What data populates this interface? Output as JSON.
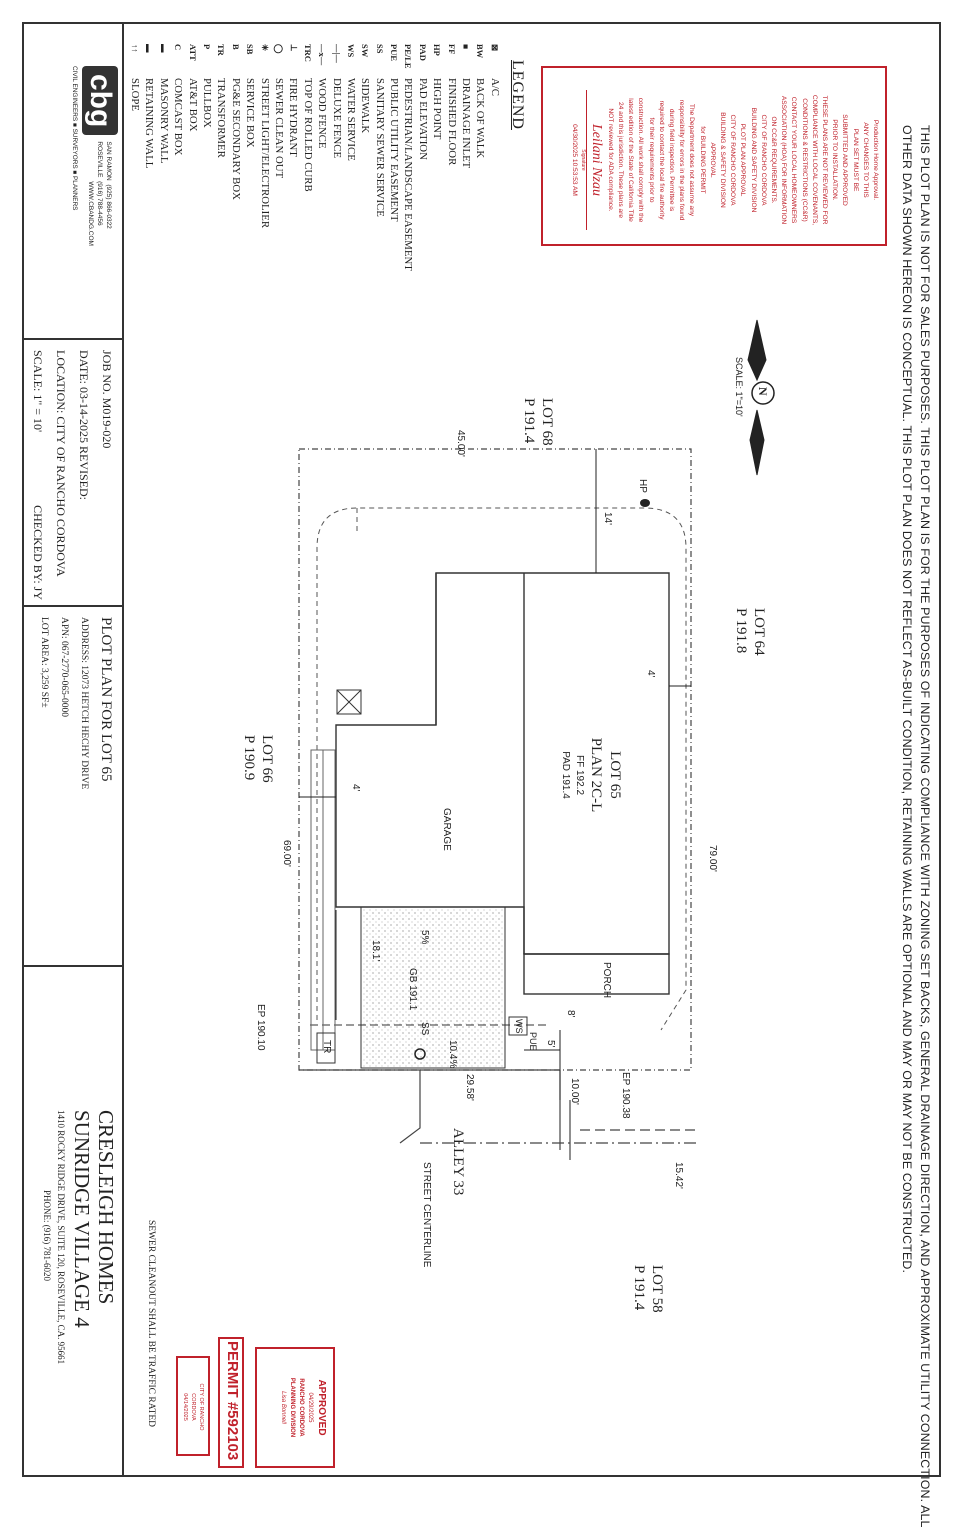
{
  "notice": {
    "line1": "THIS PLOT PLAN IS NOT FOR SALES PURPOSES. THIS PLOT PLAN IS FOR THE PURPOSES OF INDICATING COMPLIANCE WITH ZONING SET BACKS, GENERAL DRAINAGE DIRECTION, AND APPROXIMATE UTILITY CONNECTION. ALL",
    "line2": "OTHER DATA SHOWN HEREON IS CONCEPTUAL. THIS PLOT PLAN DOES NOT REFLECT AS-BUILT CONDITION, RETAINING WALLS ARE OPTIONAL AND MAY OR MAY NOT BE CONSTRUCTED."
  },
  "approval_stamp": {
    "lines": [
      "Production Home Approval.",
      "ANY CHANGES TO THIS",
      "PLAN SET MUST BE",
      "SUBMITTED AND APPROVED",
      "PRIOR TO INSTALLATION.",
      "THESE PLANS ARE NOT REVIEWED FOR",
      "COMPLIANCE WITH LOCAL COVENANTS,",
      "CONDITIONS & RESTRICTIONS (CC&R)",
      "CONTACT YOUR LOCAL HOMEOWNERS",
      "ASSOCIATION (HOA) FOR INFORMATION",
      "ON CC&R REQUIREMENTS.",
      "CITY OF RANCHO CORDOVA",
      "BUILDING AND SAFETY DIVISION",
      "PLOT PLAN APPROVAL",
      "CITY OF RANCHO CORDOVA",
      "BUILDING & SAFETY DIVISION",
      "APPROVAL",
      "for BUILDING PERMIT",
      "The Department does not assume any",
      "responsibility for errors in the plans found",
      "during field inspection. Permittee is",
      "required to contact the local fire authority",
      "for their requirements prior to",
      "construction. All work shall comply with the",
      "latest edition of the State of California Title",
      "24 and this jurisdiction. These plans are",
      "NOT reviewed for ADA compliance."
    ],
    "signature": "Leilani Nzau",
    "signature_caption": "Signature",
    "date": "04/30/2025 10:53:53 AM"
  },
  "legend": {
    "title": "LEGEND",
    "items": [
      {
        "symbol": "⊠",
        "text": "A/C"
      },
      {
        "symbol": "BW",
        "text": "BACK OF WALK"
      },
      {
        "symbol": "■",
        "text": "DRAINAGE INLET"
      },
      {
        "symbol": "FF",
        "text": "FINISHED FLOOR"
      },
      {
        "symbol": "HP",
        "text": "HIGH POINT"
      },
      {
        "symbol": "PAD",
        "text": "PAD ELEVATION"
      },
      {
        "symbol": "PE/LE",
        "text": "PEDESTRIAN/LANDSCAPE EASEMENT"
      },
      {
        "symbol": "PUE",
        "text": "PUBLIC UTILITY EASEMENT"
      },
      {
        "symbol": "SS",
        "text": "SANITARY SEWER SERVICE"
      },
      {
        "symbol": "SW",
        "text": "SIDEWALK"
      },
      {
        "symbol": "WS",
        "text": "WATER SERVICE"
      },
      {
        "symbol": "—|—",
        "text": "DELUXE FENCE"
      },
      {
        "symbol": "—x—",
        "text": "WOOD FENCE"
      },
      {
        "symbol": "TRC",
        "text": "TOP OF ROLLED CURB"
      },
      {
        "symbol": "⊥",
        "text": "FIRE HYDRANT"
      },
      {
        "symbol": "◯",
        "text": "SEWER CLEAN OUT"
      },
      {
        "symbol": "✳",
        "text": "STREET LIGHT/ELECTROLIER"
      },
      {
        "symbol": "SB",
        "text": "SERVICE BOX"
      },
      {
        "symbol": "B",
        "text": "PG&E SECONDARY BOX"
      },
      {
        "symbol": "TR",
        "text": "TRANSFORMER"
      },
      {
        "symbol": "P",
        "text": "PULLBOX"
      },
      {
        "symbol": "ATT",
        "text": "AT&T BOX"
      },
      {
        "symbol": "C",
        "text": "COMCAST BOX"
      },
      {
        "symbol": "▬",
        "text": "MASONRY WALL"
      },
      {
        "symbol": "▬",
        "text": "RETAINING WALL"
      },
      {
        "symbol": "↑↑",
        "text": "SLOPE"
      }
    ]
  },
  "company": {
    "logo": "cbg",
    "offices": [
      "SAN RAMON",
      "ROSEVILLE"
    ],
    "phones": [
      "(925) 866-0322",
      "(916) 788-4456"
    ],
    "web": "WWW.CBANDG.COM",
    "tagline": "CIVIL ENGINEERS ■ SURVEYORS ■ PLANNERS"
  },
  "title_block": {
    "job_no": "JOB NO. M019-020",
    "date": "DATE: 03-14-2025 REVISED:",
    "location": "LOCATION: CITY OF RANCHO CORDOVA",
    "scale": "SCALE: 1\" = 10'",
    "checked": "CHECKED BY: JY",
    "plot_title": "PLOT PLAN FOR LOT 65",
    "address": "ADDRESS: 12073 HETCH HECHY DRIVE",
    "apn": "APN: 067-2770-065-0000",
    "lot_area": "LOT AREA: 3,259 SF±",
    "builder": "CRESLEIGH HOMES",
    "project": "SUNRIDGE VILLAGE 4",
    "builder_address": "1410 ROCKY RIDGE DRIVE, SUITE 120, ROSEVILLE, CA. 95661",
    "builder_phone": "PHONE: (916) 781-6020"
  },
  "north_arrow": {
    "letter": "N",
    "scale": "SCALE: 1\"=10'"
  },
  "plan": {
    "lot68": "LOT 68",
    "p68": "P 191.4",
    "lot64": "LOT 64",
    "p64": "P 191.8",
    "lot66": "LOT 66",
    "p66": "P 190.9",
    "lot58": "LOT 58",
    "p58": "P 191.4",
    "lot65": "LOT 65",
    "plan_name": "PLAN 2C-L",
    "ff": "FF 192.2",
    "pad": "PAD 191.4",
    "garage": "GARAGE",
    "porch": "PORCH",
    "dim_top": "45.00'",
    "dim_left": "69.00'",
    "dim_right": "79.00'",
    "dim_bottom": "29.58'",
    "dim_alley": "15.42'",
    "dim_rear": "14'",
    "dim_side_r": "4'",
    "dim_side_l": "4'",
    "dim_front": "8'",
    "dim_pue": "5'",
    "dim_drive": "18.1'",
    "dim_10": "10.00'",
    "hp": "HP",
    "slope1": "5%",
    "slope2": "10.4%",
    "gb": "GB 191.1",
    "ep1": "EP 190.10",
    "ep2": "EP 190.38",
    "ws": "WS",
    "pue": "PUE",
    "ss": "SS",
    "tr": "TR",
    "alley": "ALLEY 33",
    "centerline": "STREET CENTERLINE"
  },
  "sewer_note": "SEWER CLEANOUT SHALL BE TRAFFIC RATED",
  "stamps": {
    "permit": "PERMIT #592103",
    "approved": "APPROVED",
    "approved_date": "04/29/2025",
    "approved_org1": "RANCHO CORDOVA",
    "approved_org2": "PLANNING DIVISION",
    "approved_sig": "Lisa Bonnell",
    "city_line1": "CITY OF RANCHO",
    "city_line2": "CORDOVA",
    "city_date": "04/14/2025"
  }
}
